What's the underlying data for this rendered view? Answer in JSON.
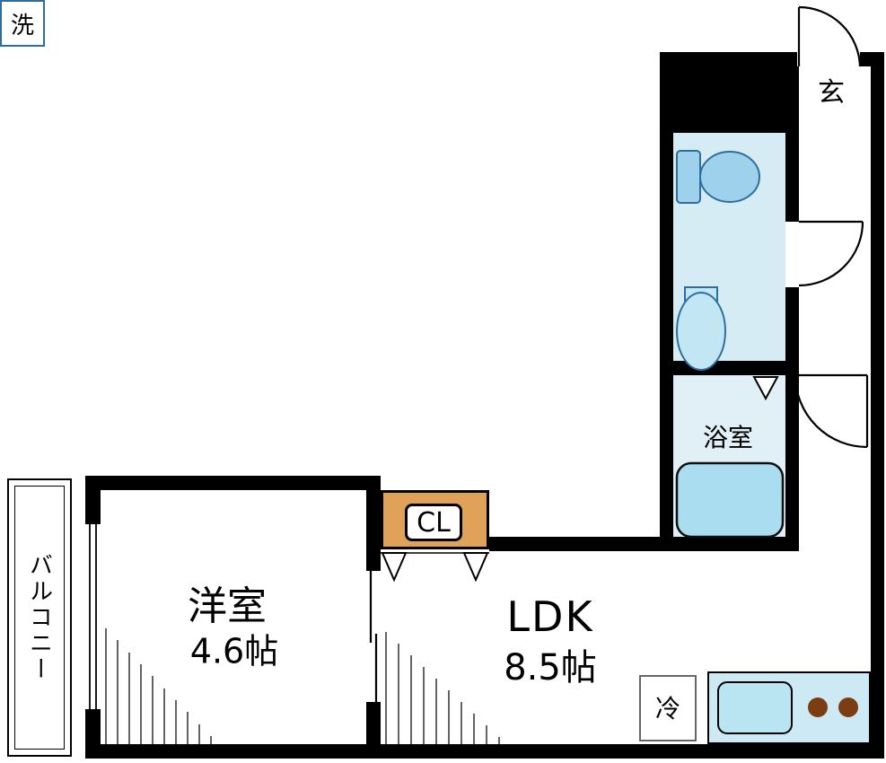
{
  "floorplan": {
    "entrance": {
      "label": "玄"
    },
    "washroom": {
      "laundry_label": "洗"
    },
    "bathroom": {
      "label": "浴室"
    },
    "closet": {
      "label": "CL"
    },
    "western_room": {
      "label": "洋室",
      "size": "4.6帖"
    },
    "ldk": {
      "label": "LDK",
      "size": "8.5帖"
    },
    "kitchen": {
      "refrigerator_label": "冷"
    },
    "balcony": {
      "label": "バルコニー"
    },
    "colors": {
      "wall": "#000000",
      "sanitary_floor": "#d6ecf4",
      "bath_floor": "#e0f0f6",
      "bathtub": "#abddf1",
      "fixture_fill": "#9ed2ec",
      "fixture_light": "#c3e6f4",
      "fixture_stroke": "#2e6e9e",
      "storage": "#dfa258",
      "kitchen_counter": "#cde9f3",
      "sink": "#b9e4f2",
      "burner": "#7b3d12",
      "fridge_border": "#666666"
    }
  }
}
